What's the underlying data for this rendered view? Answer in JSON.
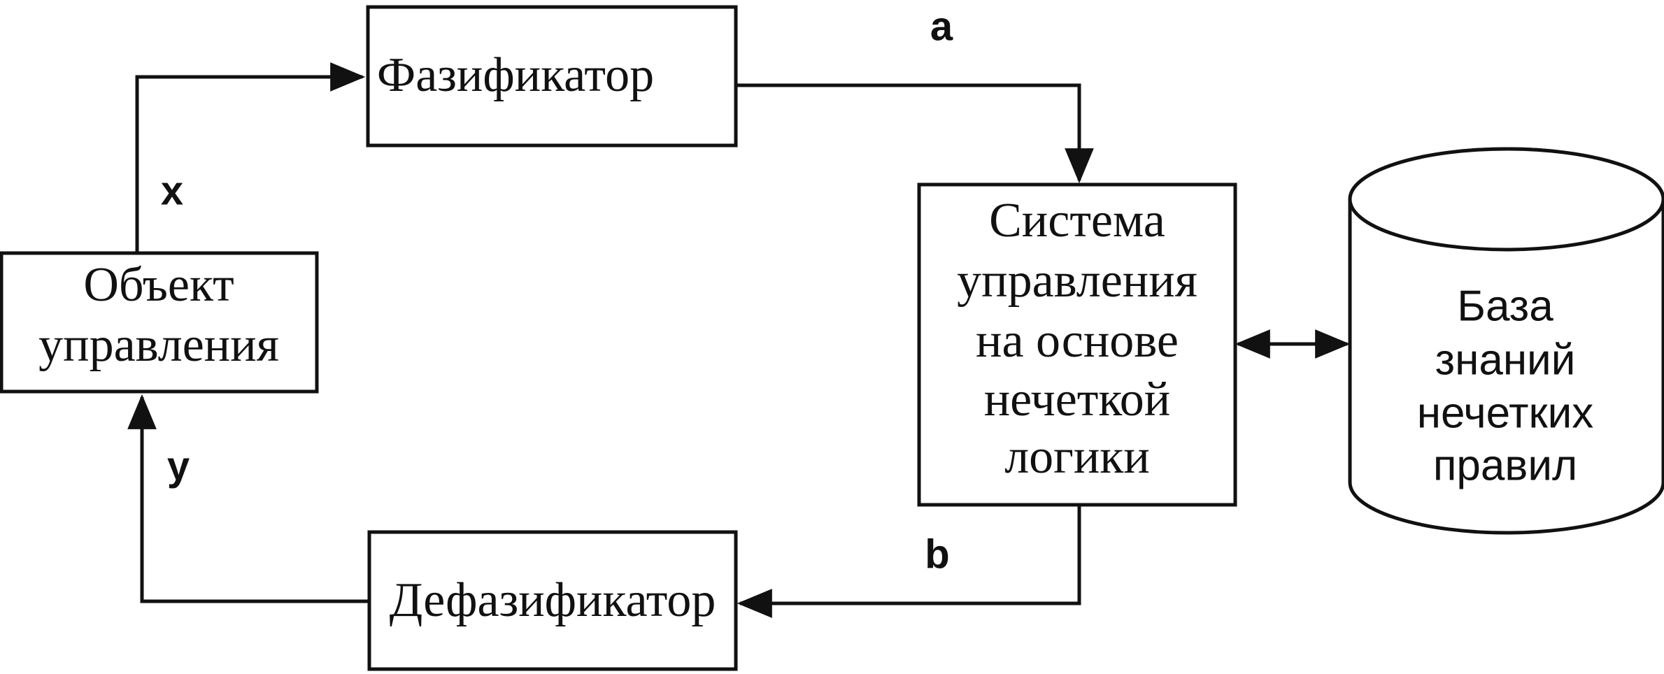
{
  "diagram": {
    "blocks": {
      "fuzzifier": "Фазификатор",
      "defuzzifier": "Дефазификатор",
      "control_object": [
        "Объект",
        "управления"
      ],
      "control_system": [
        "Система",
        "управления",
        "на основе",
        "нечеткой",
        "логики"
      ],
      "knowledge_base": [
        "База",
        "знаний",
        "нечетких",
        "правил"
      ]
    },
    "signals": {
      "a": "a",
      "b": "b",
      "x": "x",
      "y": "y"
    }
  }
}
